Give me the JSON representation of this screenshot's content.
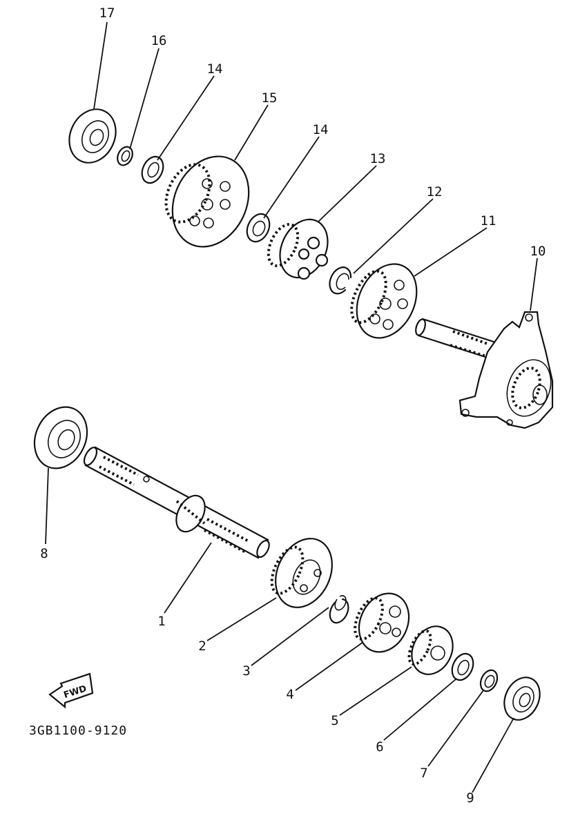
{
  "callouts": {
    "n1": "1",
    "n2": "2",
    "n3": "3",
    "n4": "4",
    "n5": "5",
    "n6": "6",
    "n7": "7",
    "n8": "8",
    "n9": "9",
    "n10": "10",
    "n11": "11",
    "n12": "12",
    "n13": "13",
    "n14a": "14",
    "n14b": "14",
    "n15": "15",
    "n16": "16",
    "n17": "17"
  },
  "fwd_label": "FWD",
  "diagram_code": "3GB1100-9120"
}
